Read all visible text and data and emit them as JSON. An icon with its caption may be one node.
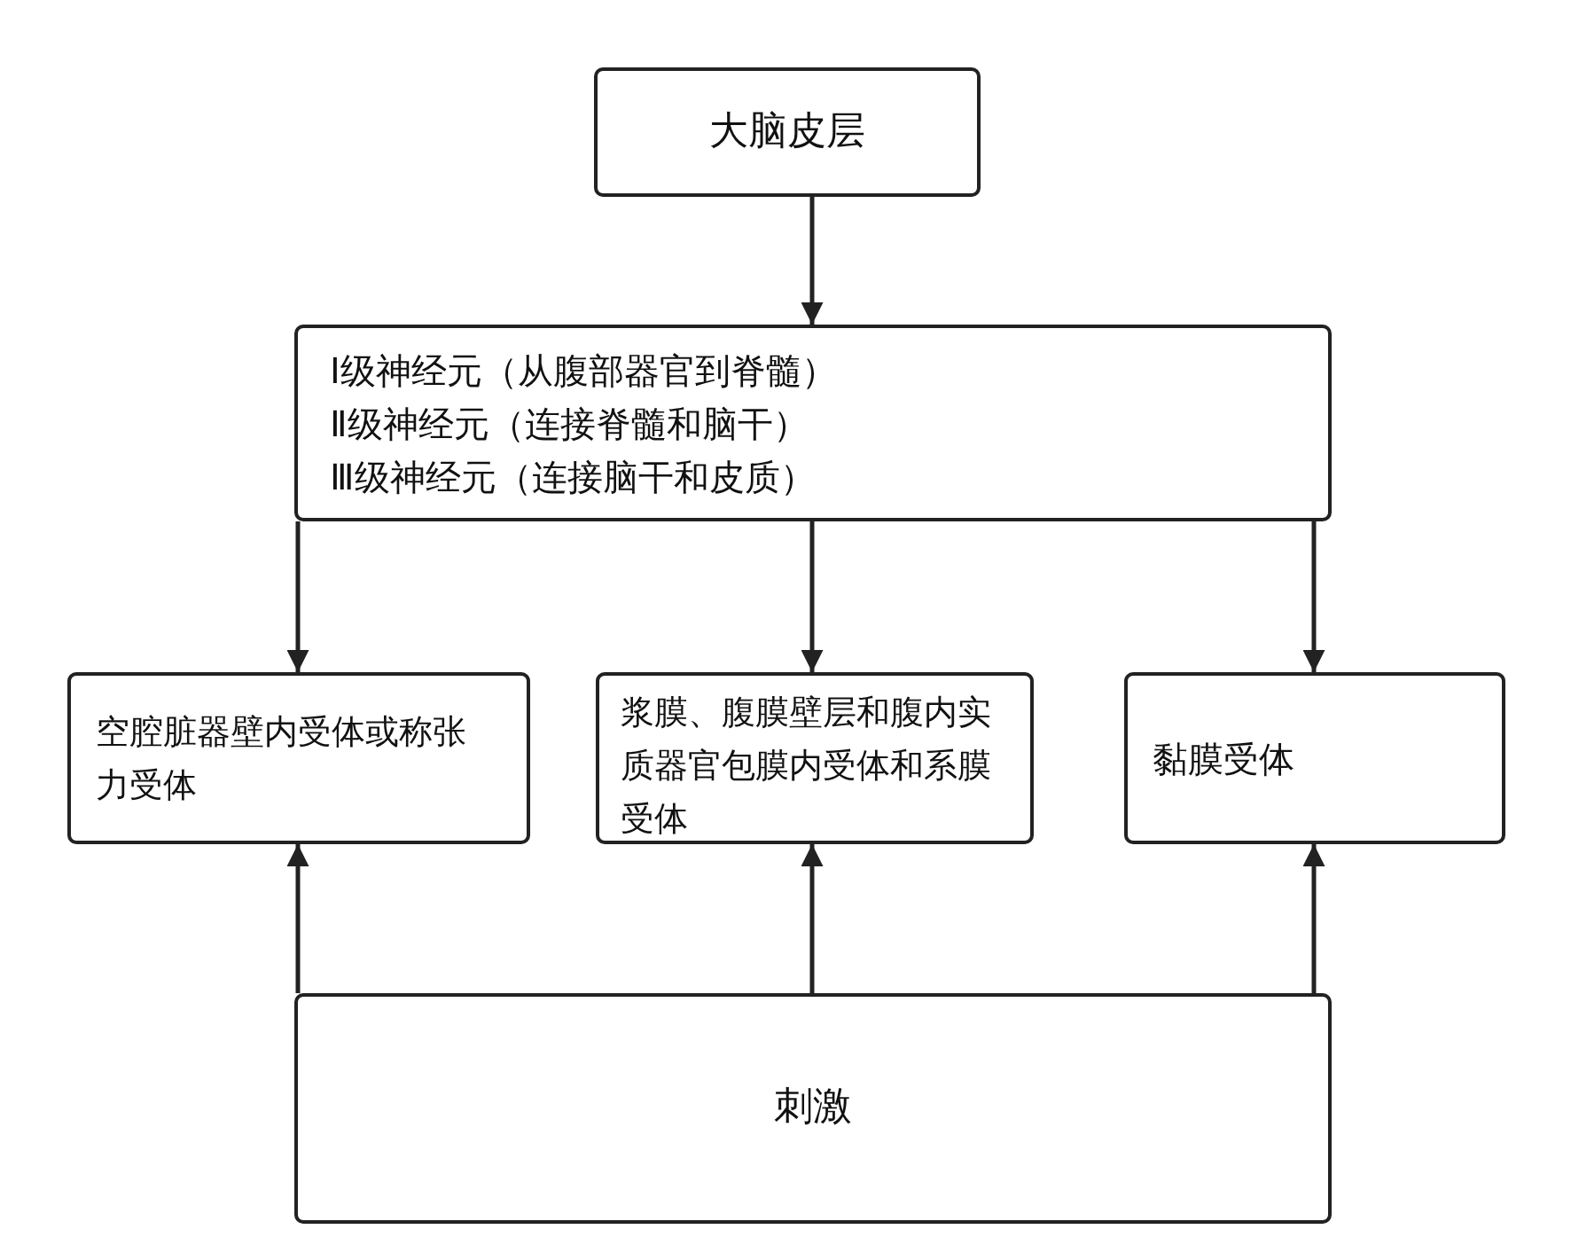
{
  "diagram": {
    "nodes": [
      {
        "text": [
          "大脑皮层"
        ]
      },
      {
        "text": [
          "Ⅰ级神经元（从腹部器官到脊髓）",
          "Ⅱ级神经元（连接脊髓和脑干）",
          "Ⅲ级神经元（连接脑干和皮质）"
        ]
      },
      {
        "text": [
          "空腔脏器壁内受体或称张力受体"
        ]
      },
      {
        "text": [
          "浆膜、腹膜壁层和腹内实质器官包膜内受体和系膜受体"
        ]
      },
      {
        "text": [
          "黏膜受体"
        ]
      },
      {
        "text": [
          "刺激"
        ]
      }
    ],
    "edges": [
      {
        "from": 0,
        "to": 1,
        "arrow": "to"
      },
      {
        "from": 1,
        "to": 2,
        "arrow": "to"
      },
      {
        "from": 1,
        "to": 3,
        "arrow": "to"
      },
      {
        "from": 1,
        "to": 4,
        "arrow": "to"
      },
      {
        "from": 5,
        "to": 2,
        "arrow": "to"
      },
      {
        "from": 5,
        "to": 3,
        "arrow": "to"
      },
      {
        "from": 5,
        "to": 4,
        "arrow": "to"
      }
    ]
  }
}
